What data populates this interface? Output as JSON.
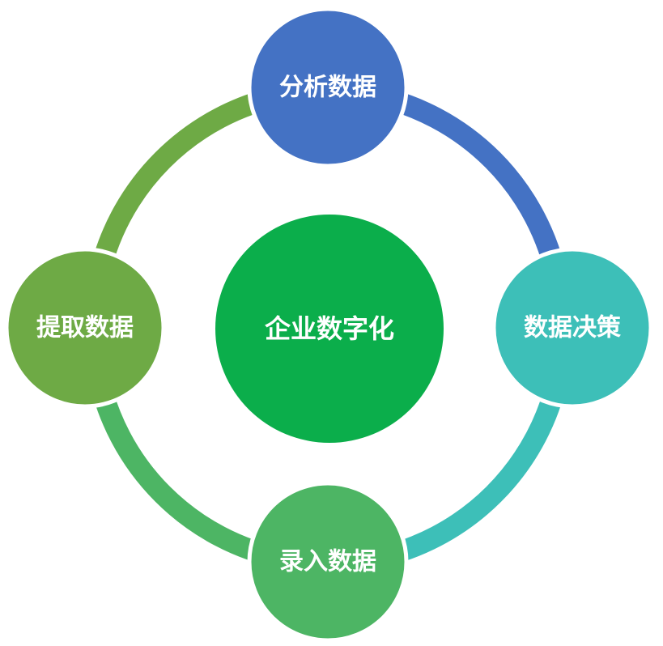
{
  "diagram": {
    "center": {
      "label": "企业数字化",
      "color": "#0BAE4B"
    },
    "nodes": [
      {
        "id": "analyze",
        "label": "分析数据",
        "color": "#4472C4"
      },
      {
        "id": "decide",
        "label": "数据决策",
        "color": "#3DBFB8"
      },
      {
        "id": "input",
        "label": "录入数据",
        "color": "#4DB564"
      },
      {
        "id": "extract",
        "label": "提取数据",
        "color": "#6EAA45"
      }
    ],
    "arcs": [
      {
        "from": "analyze",
        "to": "decide",
        "color": "#4472C4"
      },
      {
        "from": "decide",
        "to": "input",
        "color": "#3DBFB8"
      },
      {
        "from": "input",
        "to": "extract",
        "color": "#4DB564"
      },
      {
        "from": "extract",
        "to": "analyze",
        "color": "#6EAA45"
      }
    ]
  }
}
